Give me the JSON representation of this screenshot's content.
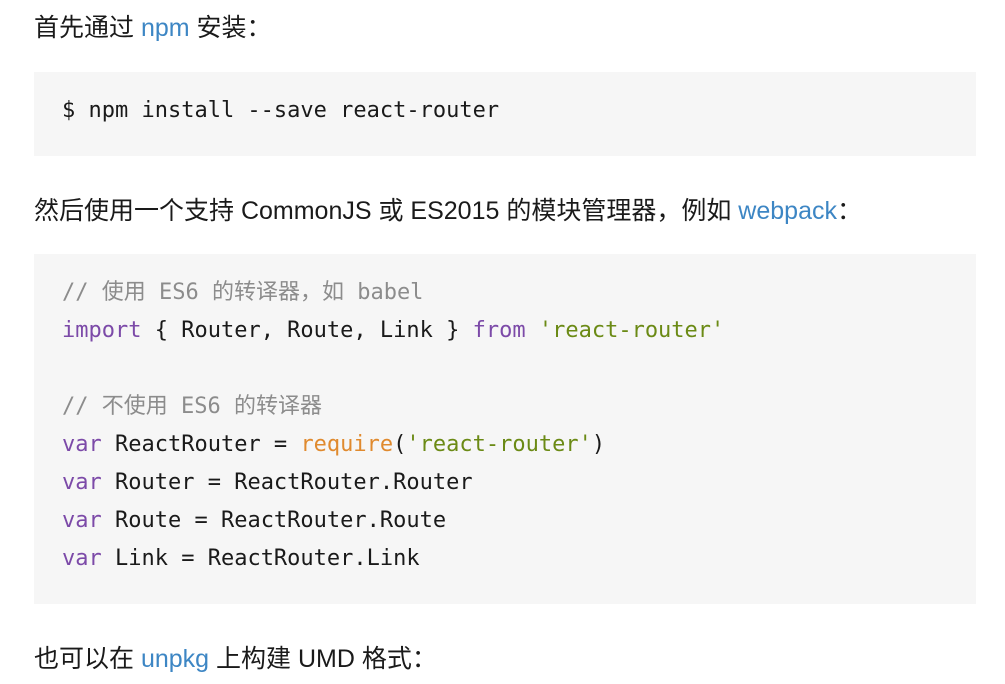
{
  "intro": {
    "pre": "首先通过 ",
    "link": "npm",
    "post": " 安装："
  },
  "install_code": {
    "line": "$ npm install --save react-router"
  },
  "module_para": {
    "pre": "然后使用一个支持 CommonJS 或 ES2015 的模块管理器，例如 ",
    "link": "webpack",
    "post": "："
  },
  "module_code": {
    "comment1": "// 使用 ES6 的转译器，如 babel",
    "import_kw": "import",
    "import_body": " { Router, Route, Link } ",
    "from_kw": "from",
    "import_str": " 'react-router'",
    "comment2": "// 不使用 ES6 的转译器",
    "var_kw": "var",
    "line_a_mid": " ReactRouter = ",
    "require_fn": "require",
    "line_a_paren_open": "(",
    "line_a_str": "'react-router'",
    "line_a_paren_close": ")",
    "line_b": " Router = ReactRouter.Router",
    "line_c": " Route = ReactRouter.Route",
    "line_d": " Link = ReactRouter.Link"
  },
  "umd_para": {
    "pre": "也可以在 ",
    "link": "unpkg",
    "post": " 上构建 UMD 格式："
  }
}
